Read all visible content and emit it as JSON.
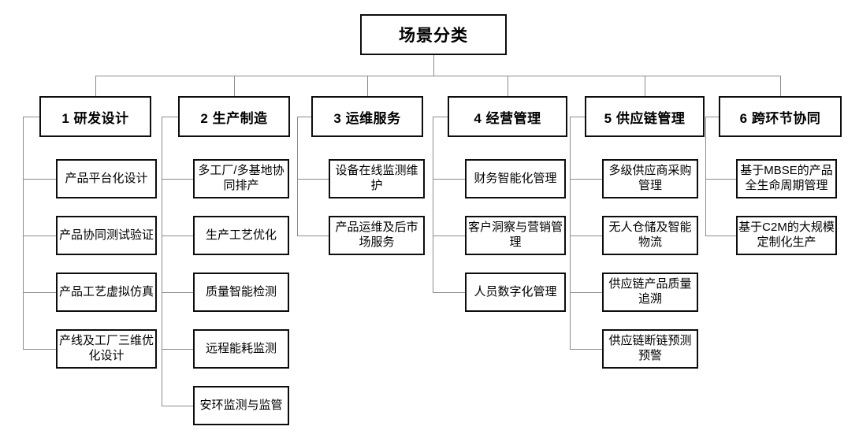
{
  "diagram": {
    "title": "场景分类",
    "type": "hierarchy-tree",
    "root": {
      "label": "场景分类"
    },
    "categories": [
      {
        "id": 1,
        "label": "1 研发设计",
        "children": [
          {
            "label": "产品平台化设计"
          },
          {
            "label": "产品协同测试验证"
          },
          {
            "label": "产品工艺虚拟仿真"
          },
          {
            "label": "产线及工厂三维优化设计"
          }
        ]
      },
      {
        "id": 2,
        "label": "2 生产制造",
        "children": [
          {
            "label": "多工厂/多基地协同排产"
          },
          {
            "label": "生产工艺优化"
          },
          {
            "label": "质量智能检测"
          },
          {
            "label": "远程能耗监测"
          },
          {
            "label": "安环监测与监管"
          }
        ]
      },
      {
        "id": 3,
        "label": "3 运维服务",
        "children": [
          {
            "label": "设备在线监测维护"
          },
          {
            "label": "产品运维及后市场服务"
          }
        ]
      },
      {
        "id": 4,
        "label": "4 经营管理",
        "children": [
          {
            "label": "财务智能化管理"
          },
          {
            "label": "客户洞察与营销管理"
          },
          {
            "label": "人员数字化管理"
          }
        ]
      },
      {
        "id": 5,
        "label": "5 供应链管理",
        "children": [
          {
            "label": "多级供应商采购管理"
          },
          {
            "label": "无人仓储及智能物流"
          },
          {
            "label": "供应链产品质量追溯"
          },
          {
            "label": "供应链断链预测预警"
          }
        ]
      },
      {
        "id": 6,
        "label": "6 跨环节协同",
        "children": [
          {
            "label": "基于MBSE的产品全生命周期管理"
          },
          {
            "label": "基于C2M的大规模定制化生产"
          }
        ]
      }
    ],
    "colors": {
      "box_border": "#0d0d0d",
      "connector": "#8c8c8c",
      "background": "#ffffff",
      "text": "#000000"
    }
  }
}
